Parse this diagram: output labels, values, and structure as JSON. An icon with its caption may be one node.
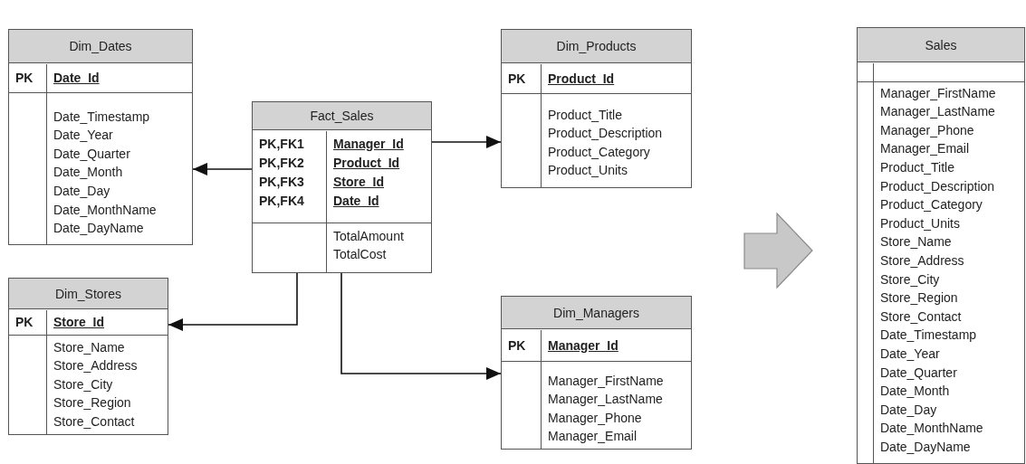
{
  "diagram": {
    "nodes": [
      {
        "text": [
          "Dim_Dates",
          "PK",
          "Date_Id",
          "Date_Timestamp",
          "Date_Year",
          "Date_Quarter",
          "Date_Month",
          "Date_Day",
          "Date_MonthName",
          "Date_DayName"
        ]
      },
      {
        "text": [
          "Fact_Sales",
          "PK,FK1",
          "PK,FK2",
          "PK,FK3",
          "PK,FK4",
          "Manager_Id",
          "Product_Id",
          "Store_Id",
          "Date_Id",
          "TotalAmount",
          "TotalCost"
        ]
      },
      {
        "text": [
          "Dim_Products",
          "PK",
          "Product_Id",
          "Product_Title",
          "Product_Description",
          "Product_Category",
          "Product_Units"
        ]
      },
      {
        "text": [
          "Dim_Stores",
          "PK",
          "Store_Id",
          "Store_Name",
          "Store_Address",
          "Store_City",
          "Store_Region",
          "Store_Contact"
        ]
      },
      {
        "text": [
          "Dim_Managers",
          "PK",
          "Manager_Id",
          "Manager_FirstName",
          "Manager_LastName",
          "Manager_Phone",
          "Manager_Email"
        ]
      },
      {
        "text": [
          "Sales",
          "Manager_FirstName",
          "Manager_LastName",
          "Manager_Phone",
          "Manager_Email",
          "Product_Title",
          "Product_Description",
          "Product_Category",
          "Product_Units",
          "Store_Name",
          "Store_Address",
          "Store_City",
          "Store_Region",
          "Store_Contact",
          "Date_Timestamp",
          "Date_Year",
          "Date_Quarter",
          "Date_Month",
          "Date_Day",
          "Date_MonthName",
          "Date_DayName"
        ]
      }
    ],
    "edges": [
      {
        "from": 1,
        "to": 2,
        "arrow": "to"
      },
      {
        "from": 1,
        "to": 0,
        "arrow": "to"
      },
      {
        "from": 1,
        "to": 3,
        "arrow": "to"
      },
      {
        "from": 1,
        "to": 4,
        "arrow": "to"
      }
    ]
  }
}
